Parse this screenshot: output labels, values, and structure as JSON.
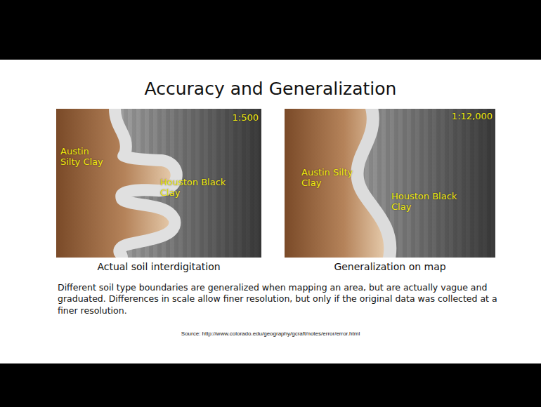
{
  "diagram": {
    "title": "Accuracy and Generalization",
    "caption": "Different soil type boundaries are generalized when mapping an area, but are actually vague and graduated.  Differences in scale allow finer resolution, but only if the original data was collected at a finer resolution.",
    "nodes": [
      {
        "text": [
          "1:500",
          "Austin Silty Clay",
          "Houston Black Clay"
        ]
      },
      {
        "text": [
          "1:12,000",
          "Austin Silty Clay",
          "Houston Black Clay"
        ]
      }
    ],
    "labels": [
      "Actual soil interdigitation",
      "Generalization on map",
      "Source:  http://www.colorado.edu/geography/gcraft/notes/error/error.html"
    ]
  }
}
